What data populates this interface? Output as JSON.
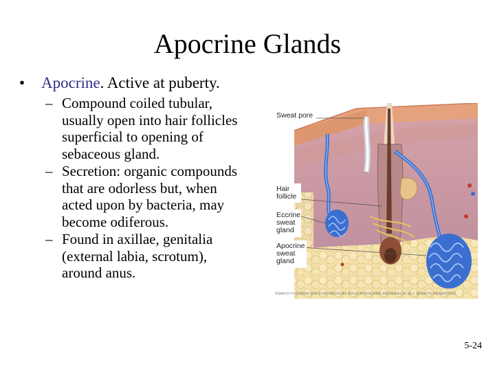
{
  "slide": {
    "title": "Apocrine Glands",
    "bullet": {
      "term": "Apocrine",
      "term_punct": ".",
      "rest": " Active at puberty."
    },
    "sub_bullets": [
      {
        "lines": [
          "Compound coiled tubular,",
          "usually open into hair follicles",
          "superficial to opening of",
          "sebaceous gland."
        ]
      },
      {
        "lines": [
          "Secretion: organic compounds",
          "that are odorless but, when",
          "acted upon by bacteria, may",
          "become odiferous."
        ]
      },
      {
        "lines": [
          "Found in axillae, genitalia",
          "(external labia, scrotum),",
          "around anus."
        ]
      }
    ],
    "slide_number": "5-24"
  },
  "figure": {
    "labels": {
      "sweat_pore": "Sweat pore",
      "hair_follicle": [
        "Hair",
        "follicle"
      ],
      "eccrine": [
        "Eccrine",
        "sweat",
        "gland"
      ],
      "apocrine": [
        "Apocrine",
        "sweat",
        "gland"
      ]
    },
    "credit": "©MAYO FOUNDATION FOR MEDICAL EDUCATION AND RESEARCH. ALL RIGHTS RESERVED."
  },
  "colors": {
    "term": "#2b2f86",
    "epidermis": "#e6a27c",
    "dermis": "#c69aa8",
    "fat": "#f3e0a8",
    "gland": "#3a6fd0",
    "hair": "#6b3d2a"
  }
}
